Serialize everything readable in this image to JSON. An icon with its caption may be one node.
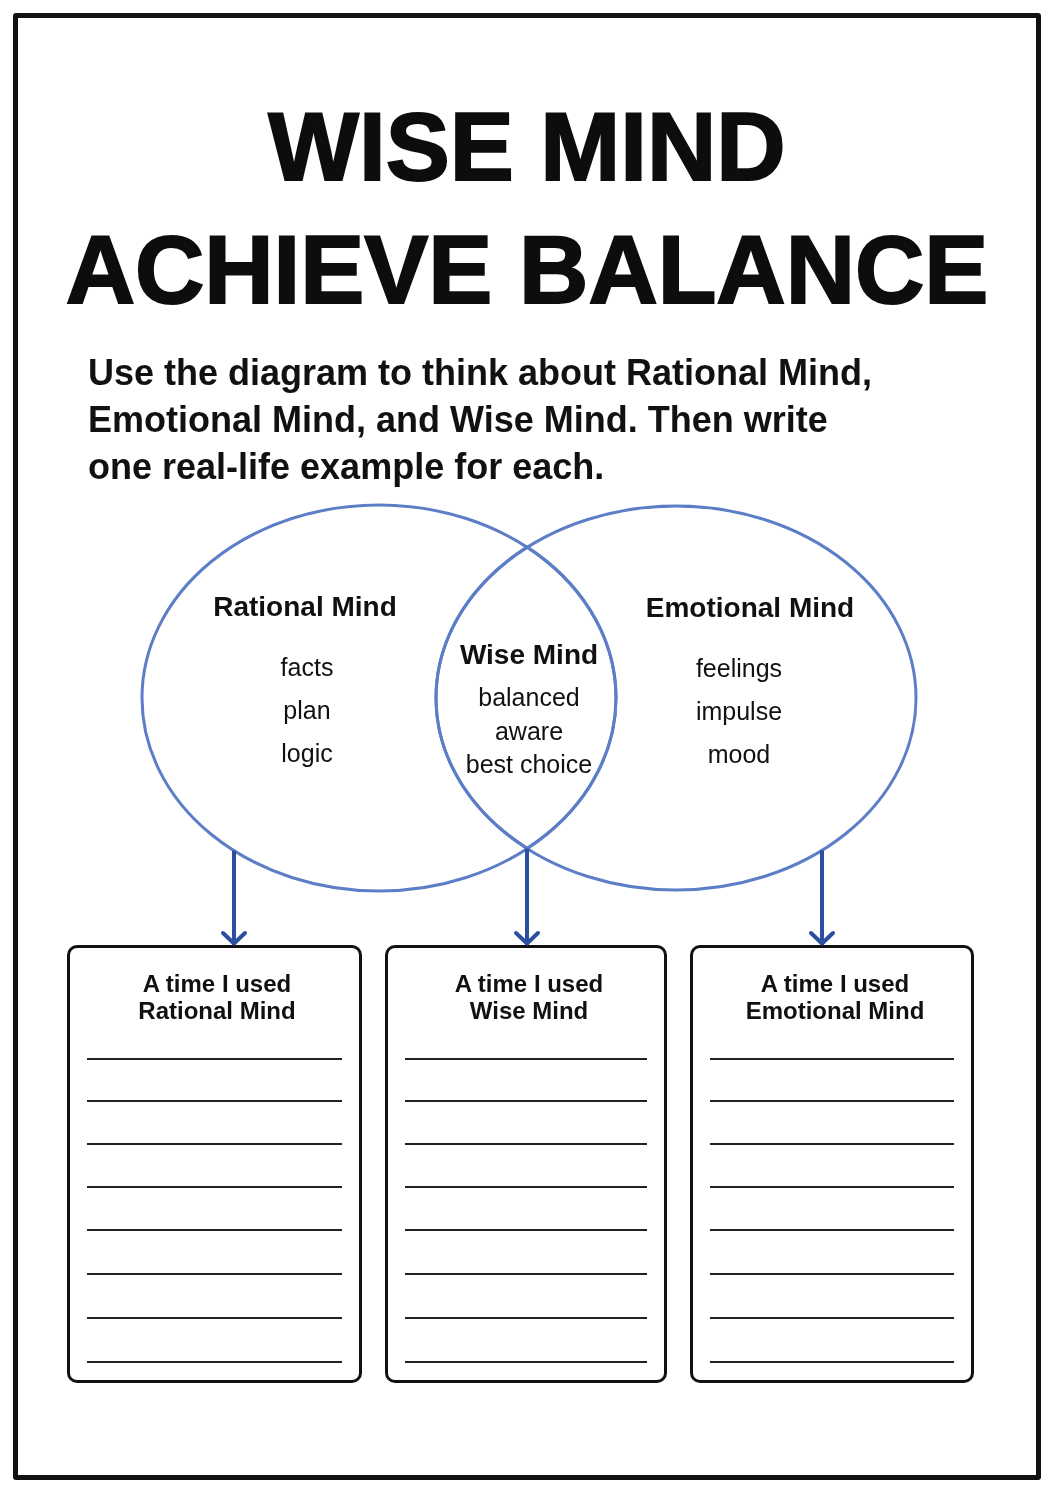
{
  "diagram": {
    "title": "WISE MIND ACHIEVE BALANCE",
    "nodes": [
      {
        "text": [
          "Rational Mind",
          "facts",
          "plan",
          "logic"
        ]
      },
      {
        "text": [
          "Wise Mind",
          "balanced",
          "aware",
          "best choice"
        ]
      },
      {
        "text": [
          "Emotional Mind",
          "feelings",
          "impulse",
          "mood"
        ]
      },
      {
        "text": [
          "A time I used Rational Mind"
        ]
      },
      {
        "text": [
          "A time I used Wise Mind"
        ]
      },
      {
        "text": [
          "A time I used Emotional Mind"
        ]
      }
    ],
    "edges": [
      {
        "from": 0,
        "to": 3,
        "arrow": "to"
      },
      {
        "from": 1,
        "to": 4,
        "arrow": "to"
      },
      {
        "from": 2,
        "to": 5,
        "arrow": "to"
      }
    ],
    "labels": [
      "Use the diagram to think about Rational Mind, Emotional Mind, and Wise Mind. Then write one real-life example for each."
    ]
  }
}
